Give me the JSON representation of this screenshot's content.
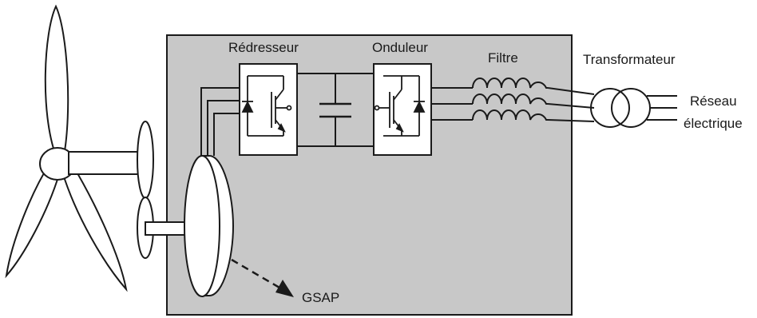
{
  "labels": {
    "rectifier": "Rédresseur",
    "inverter": "Onduleur",
    "filter": "Filtre",
    "transformer": "Transformateur",
    "grid_line1": "Réseau",
    "grid_line2": "électrique",
    "generator": "GSAP"
  },
  "colors": {
    "housing": "#c8c8c8",
    "component": "#ffffff",
    "stroke": "#1a1a1a"
  }
}
